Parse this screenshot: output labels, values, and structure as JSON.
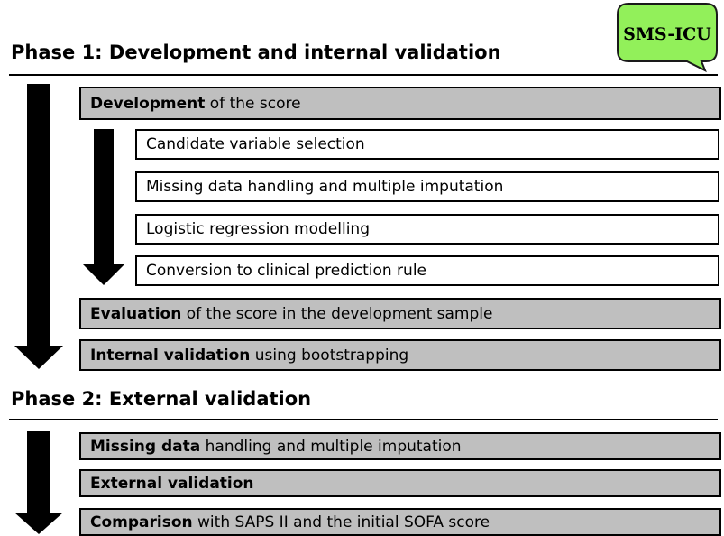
{
  "badge": {
    "label": "SMS-ICU",
    "fill": "#92f05a"
  },
  "phase1": {
    "title": "Phase 1: Development and internal validation",
    "development": {
      "bold": "Development",
      "rest": " of the score"
    },
    "steps": [
      "Candidate variable selection",
      "Missing data handling and multiple imputation",
      "Logistic regression modelling",
      "Conversion to clinical prediction rule"
    ],
    "evaluation": {
      "bold": "Evaluation",
      "rest": " of the score in the development sample"
    },
    "internal": {
      "bold": "Internal validation",
      "rest": " using bootstrapping"
    }
  },
  "phase2": {
    "title": "Phase 2: External validation",
    "missing": {
      "bold": "Missing data",
      "rest": " handling and multiple imputation"
    },
    "external": {
      "bold": "External validation",
      "rest": ""
    },
    "comparison": {
      "bold": "Comparison",
      "rest": " with SAPS II and the initial SOFA score"
    }
  },
  "colors": {
    "box_gray": "#bfbfbf",
    "arrow": "#000000",
    "badge_border": "#1a1a1a"
  }
}
